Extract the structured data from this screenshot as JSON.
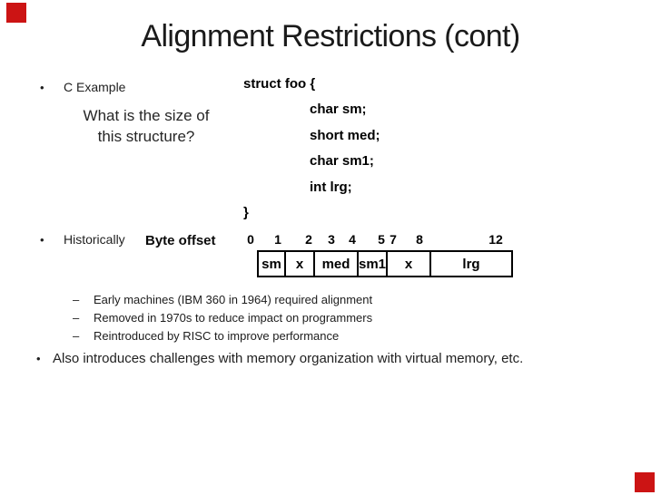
{
  "slide": {
    "title": "Alignment Restrictions (cont)",
    "bullets": [
      {
        "marker": "•",
        "label": "C Example"
      },
      {
        "marker": "•",
        "label": "Historically"
      },
      {
        "marker": "•",
        "label": "Also introduces challenges with memory organization with virtual memory, etc."
      }
    ],
    "question": {
      "line1": "What is the size of",
      "line2": "this structure?"
    },
    "code": {
      "lines": [
        "struct foo {",
        "char sm;",
        "short med;",
        "char sm1;",
        "int lrg;",
        "}"
      ]
    },
    "byte_offset_diagram": {
      "label": "Byte offset",
      "offsets": [
        "0",
        "1",
        "2",
        "3",
        "4",
        "5",
        "7",
        "8",
        "12"
      ],
      "cells": [
        "sm",
        "x",
        "med",
        "sm1",
        "x",
        "lrg"
      ]
    },
    "sub_bullets": {
      "marker": "–",
      "items": [
        "Early machines (IBM 360 in 1964) required alignment",
        "Removed in 1970s to reduce impact on programmers",
        "Reintroduced by RISC to improve performance"
      ]
    },
    "colors": {
      "corner_marker_red": "#cc1414",
      "text": "#1f1f1f"
    }
  }
}
